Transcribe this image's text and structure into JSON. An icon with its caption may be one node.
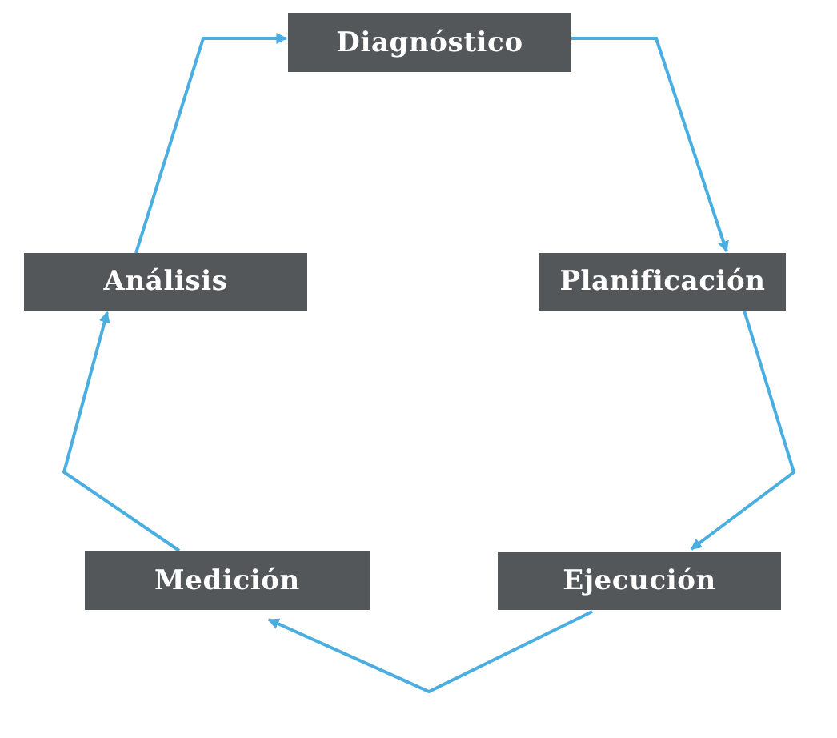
{
  "diagram": {
    "nodes": [
      {
        "text": [
          "Diagnóstico"
        ]
      },
      {
        "text": [
          "Planificación"
        ]
      },
      {
        "text": [
          "Ejecución"
        ]
      },
      {
        "text": [
          "Medición"
        ]
      },
      {
        "text": [
          "Análisis"
        ]
      }
    ],
    "edges": [
      {
        "from": 0,
        "to": 1,
        "arrow": "to"
      },
      {
        "from": 1,
        "to": 2,
        "arrow": "to"
      },
      {
        "from": 2,
        "to": 3,
        "arrow": "to"
      },
      {
        "from": 3,
        "to": 4,
        "arrow": "to"
      },
      {
        "from": 4,
        "to": 0,
        "arrow": "to"
      }
    ]
  }
}
